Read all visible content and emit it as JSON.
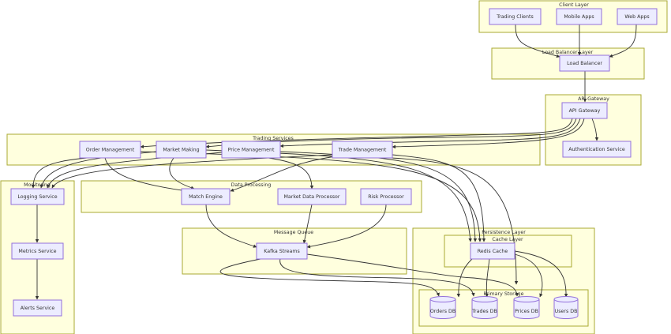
{
  "clusters": {
    "client": "Client Layer",
    "lb": "Load Balancer Layer",
    "gateway": "API Gateway",
    "trading": "Trading Services",
    "processing": "Data Processing",
    "monitoring": "Monitoring",
    "queue": "Message Queue",
    "persistence": "Persistence Layer",
    "cache": "Cache Layer",
    "storage": "Primary Storage"
  },
  "nodes": {
    "trading_clients": "Trading Clients",
    "mobile_apps": "Mobile Apps",
    "web_apps": "Web Apps",
    "load_balancer": "Load Balancer",
    "api_gateway": "API Gateway",
    "auth_service": "Authentication Service",
    "order_mgmt": "Order Management",
    "market_making": "Market Making",
    "price_mgmt": "Price Management",
    "trade_mgmt": "Trade Management",
    "match_engine": "Match Engine",
    "market_data_processor": "Market Data Processor",
    "risk_processor": "Risk Processor",
    "logging_service": "Logging Service",
    "metrics_service": "Metrics Service",
    "alerts_service": "Alerts Service",
    "kafka_streams": "Kafka Streams",
    "redis_cache": "Redis Cache",
    "orders_db": "Orders DB",
    "trades_db": "Trades DB",
    "prices_db": "Prices DB",
    "users_db": "Users DB"
  }
}
